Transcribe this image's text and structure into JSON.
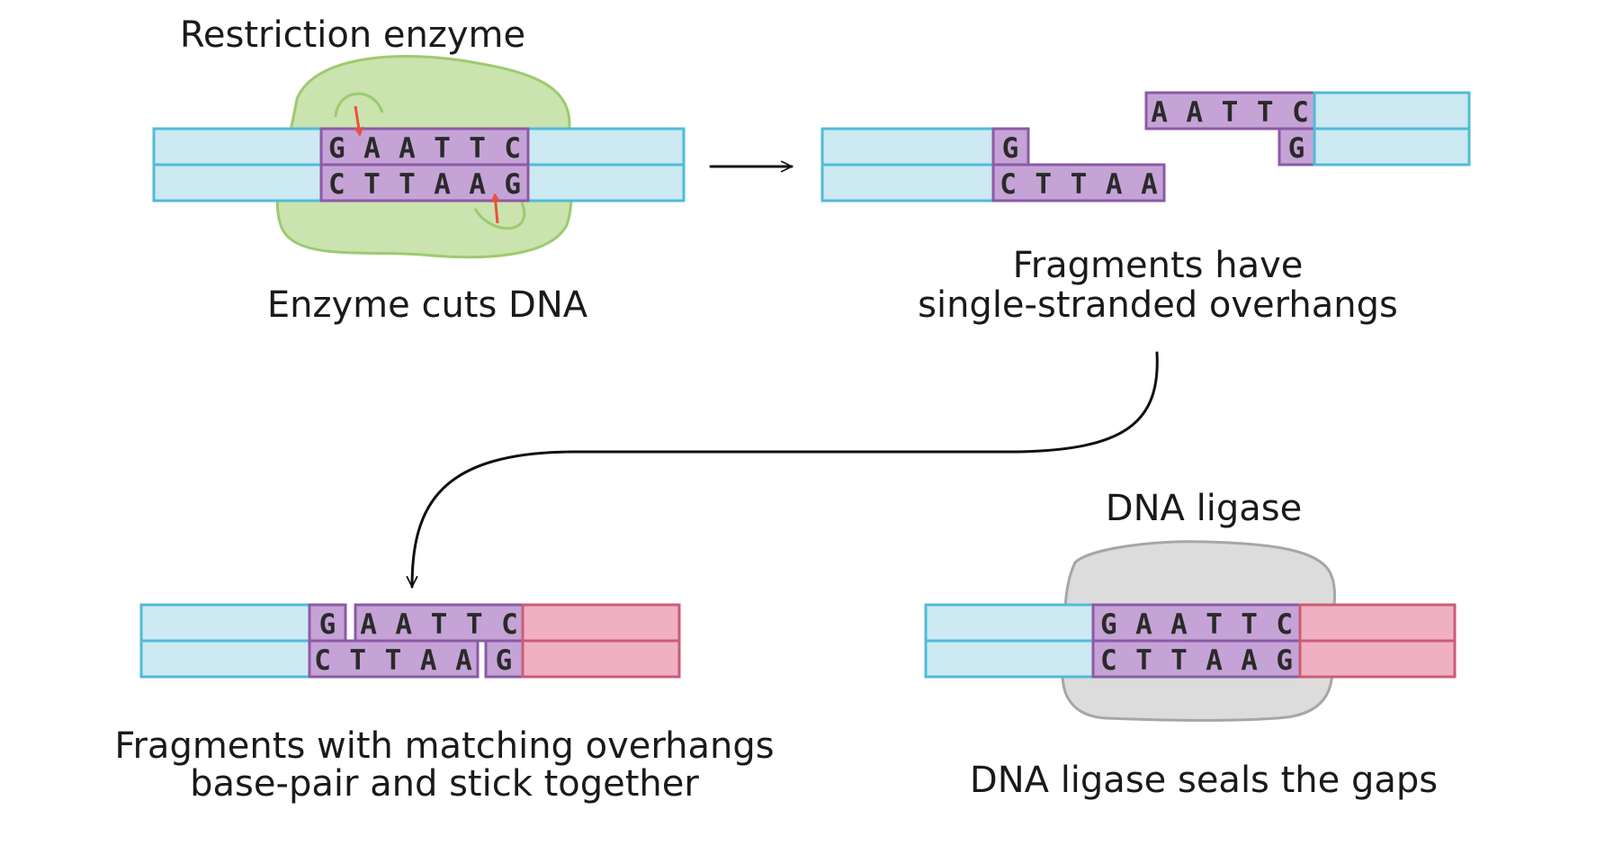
{
  "colors": {
    "blue_strand": "#cde9f2",
    "blue_edge": "#4fbcd8",
    "pink_strand": "#f0b0c3",
    "pink_edge": "#cc5b78",
    "site_fill": "#c5a3d6",
    "site_edge": "#8b5aa6",
    "enzyme_fill": "#cbe3ae",
    "enzyme_edge": "#9ccb6f",
    "ligase_fill": "#dcdcdc",
    "ligase_edge": "#a6a6a6",
    "cut_arrow": "#ee4f3c"
  },
  "panel_cut": {
    "title": "Restriction enzyme",
    "top_strand": "GAATTC",
    "bottom_strand": "CTTAAG",
    "caption": "Enzyme cuts DNA"
  },
  "panel_fragments": {
    "left_top": "G",
    "left_bottom": "CTTAA",
    "right_top": "AATTC",
    "right_bottom": "G",
    "caption_line1": "Fragments have",
    "caption_line2": "single-stranded overhangs"
  },
  "panel_pairing": {
    "top_left": "G",
    "top_right": "AATTC",
    "bottom_left": "CTTAA",
    "bottom_right": "G",
    "caption_line1": "Fragments with matching overhangs",
    "caption_line2": "base-pair and stick together"
  },
  "panel_ligase": {
    "title": "DNA ligase",
    "top_strand": "GAATTC",
    "bottom_strand": "CTTAAG",
    "caption": "DNA ligase seals the gaps"
  }
}
